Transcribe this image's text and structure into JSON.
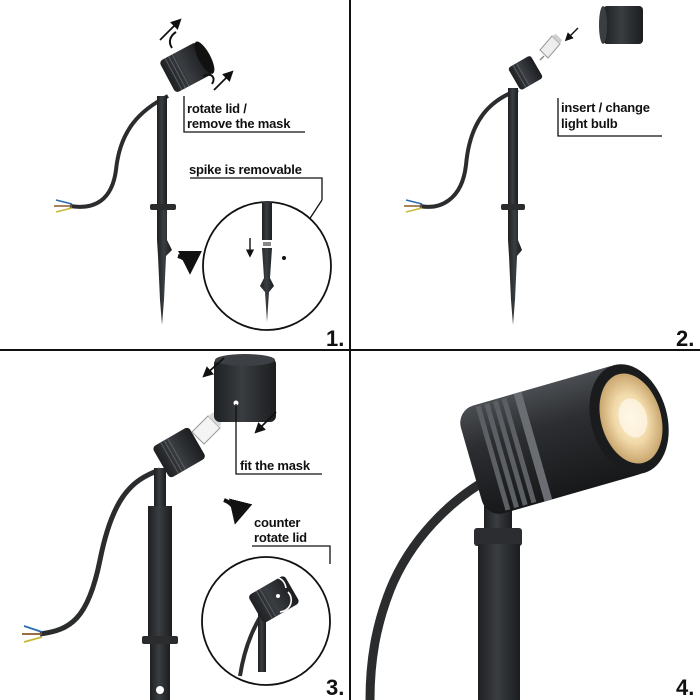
{
  "steps": [
    {
      "number": "1.",
      "labels": [
        "rotate lid /",
        "remove the mask"
      ],
      "detail_label": "spike is removable"
    },
    {
      "number": "2.",
      "labels": [
        "insert / change",
        "light bulb"
      ]
    },
    {
      "number": "3.",
      "labels": [
        "fit the mask"
      ],
      "detail_labels": [
        "counter",
        "rotate lid"
      ]
    },
    {
      "number": "4."
    }
  ],
  "colors": {
    "body": "#2e3033",
    "body_dark": "#1f2123",
    "body_light": "#55585c",
    "line": "#111111",
    "glow": "#f3ddb0",
    "wire_blue": "#2b6cb0",
    "wire_brown": "#8a5a2b",
    "wire_yellow": "#c9b93a"
  }
}
